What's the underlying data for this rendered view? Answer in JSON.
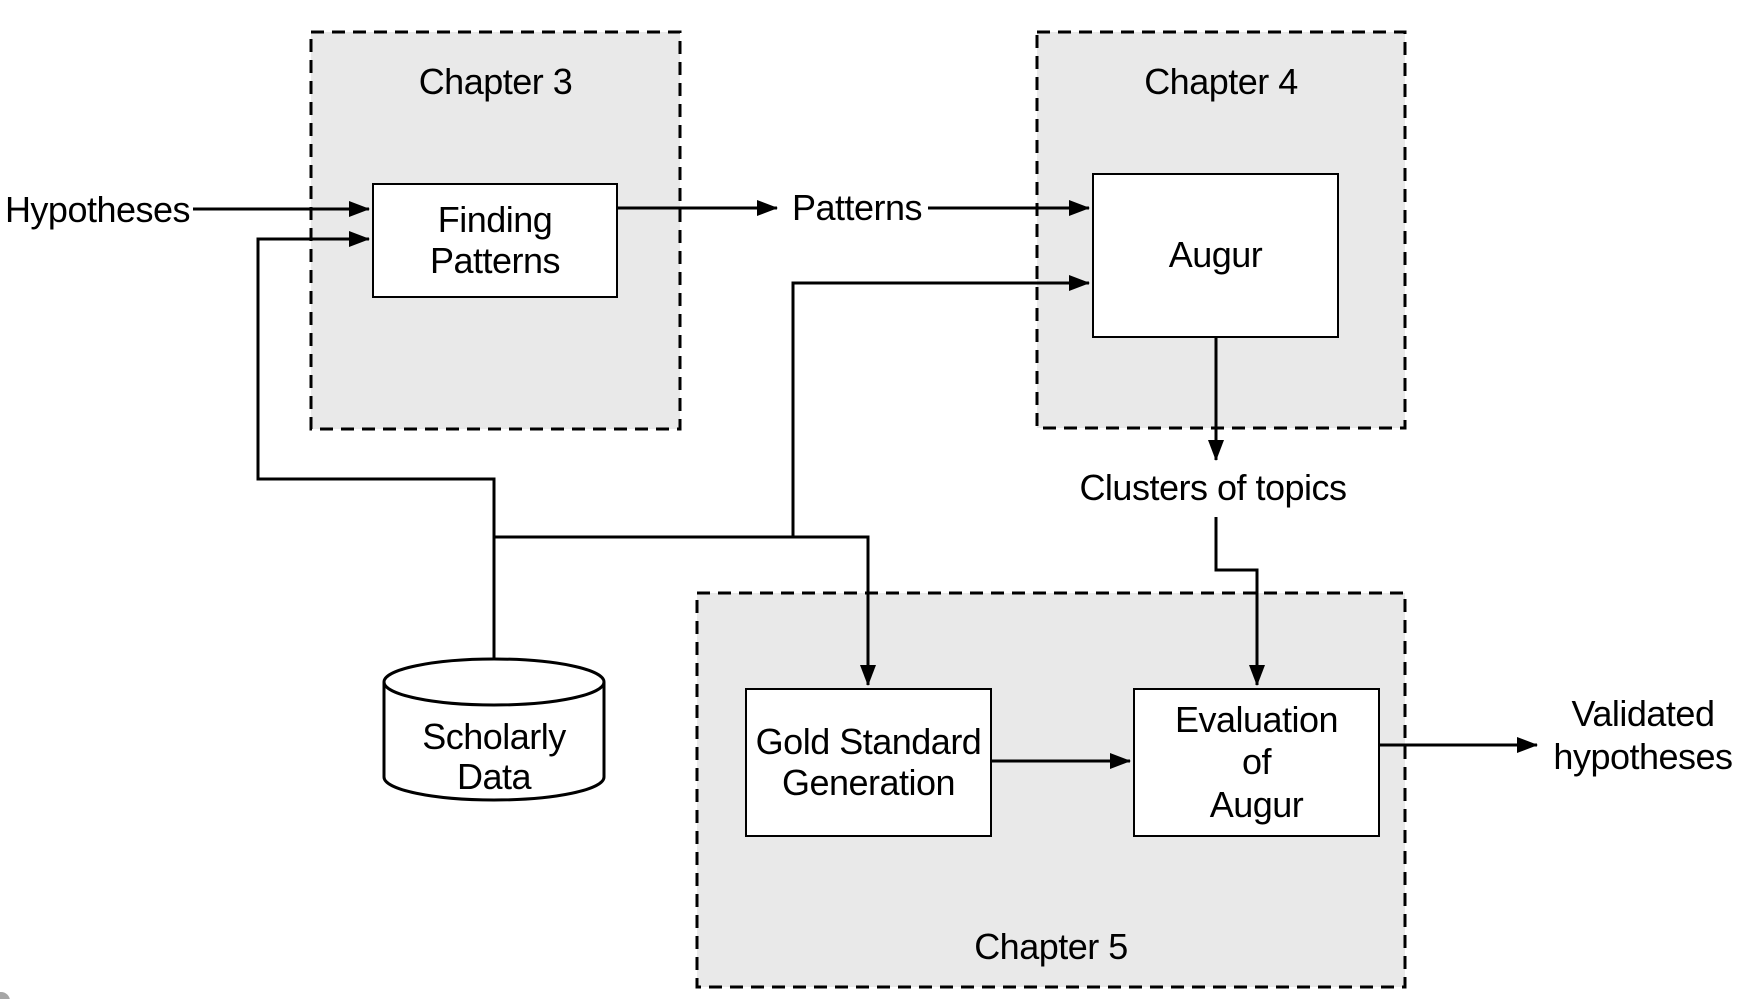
{
  "diagram": {
    "chapters": {
      "ch3": {
        "label": "Chapter 3"
      },
      "ch4": {
        "label": "Chapter 4"
      },
      "ch5": {
        "label": "Chapter 5"
      }
    },
    "nodes": {
      "finding_patterns": {
        "label": "Finding\nPatterns"
      },
      "augur": {
        "label": "Augur"
      },
      "gold_standard": {
        "label": "Gold Standard\nGeneration"
      },
      "evaluation_of_augur": {
        "label": "Evaluation\nof\nAugur"
      },
      "scholarly_data": {
        "label": "Scholarly\nData"
      }
    },
    "edge_labels": {
      "hypotheses": "Hypotheses",
      "patterns": "Patterns",
      "clusters_of_topics": "Clusters of topics",
      "validated_hypotheses": "Validated\nhypotheses"
    },
    "colors": {
      "chapter_fill": "#e9e9e9",
      "node_fill": "#ffffff",
      "stroke": "#000000",
      "text": "#000000",
      "background": "#ffffff"
    }
  }
}
